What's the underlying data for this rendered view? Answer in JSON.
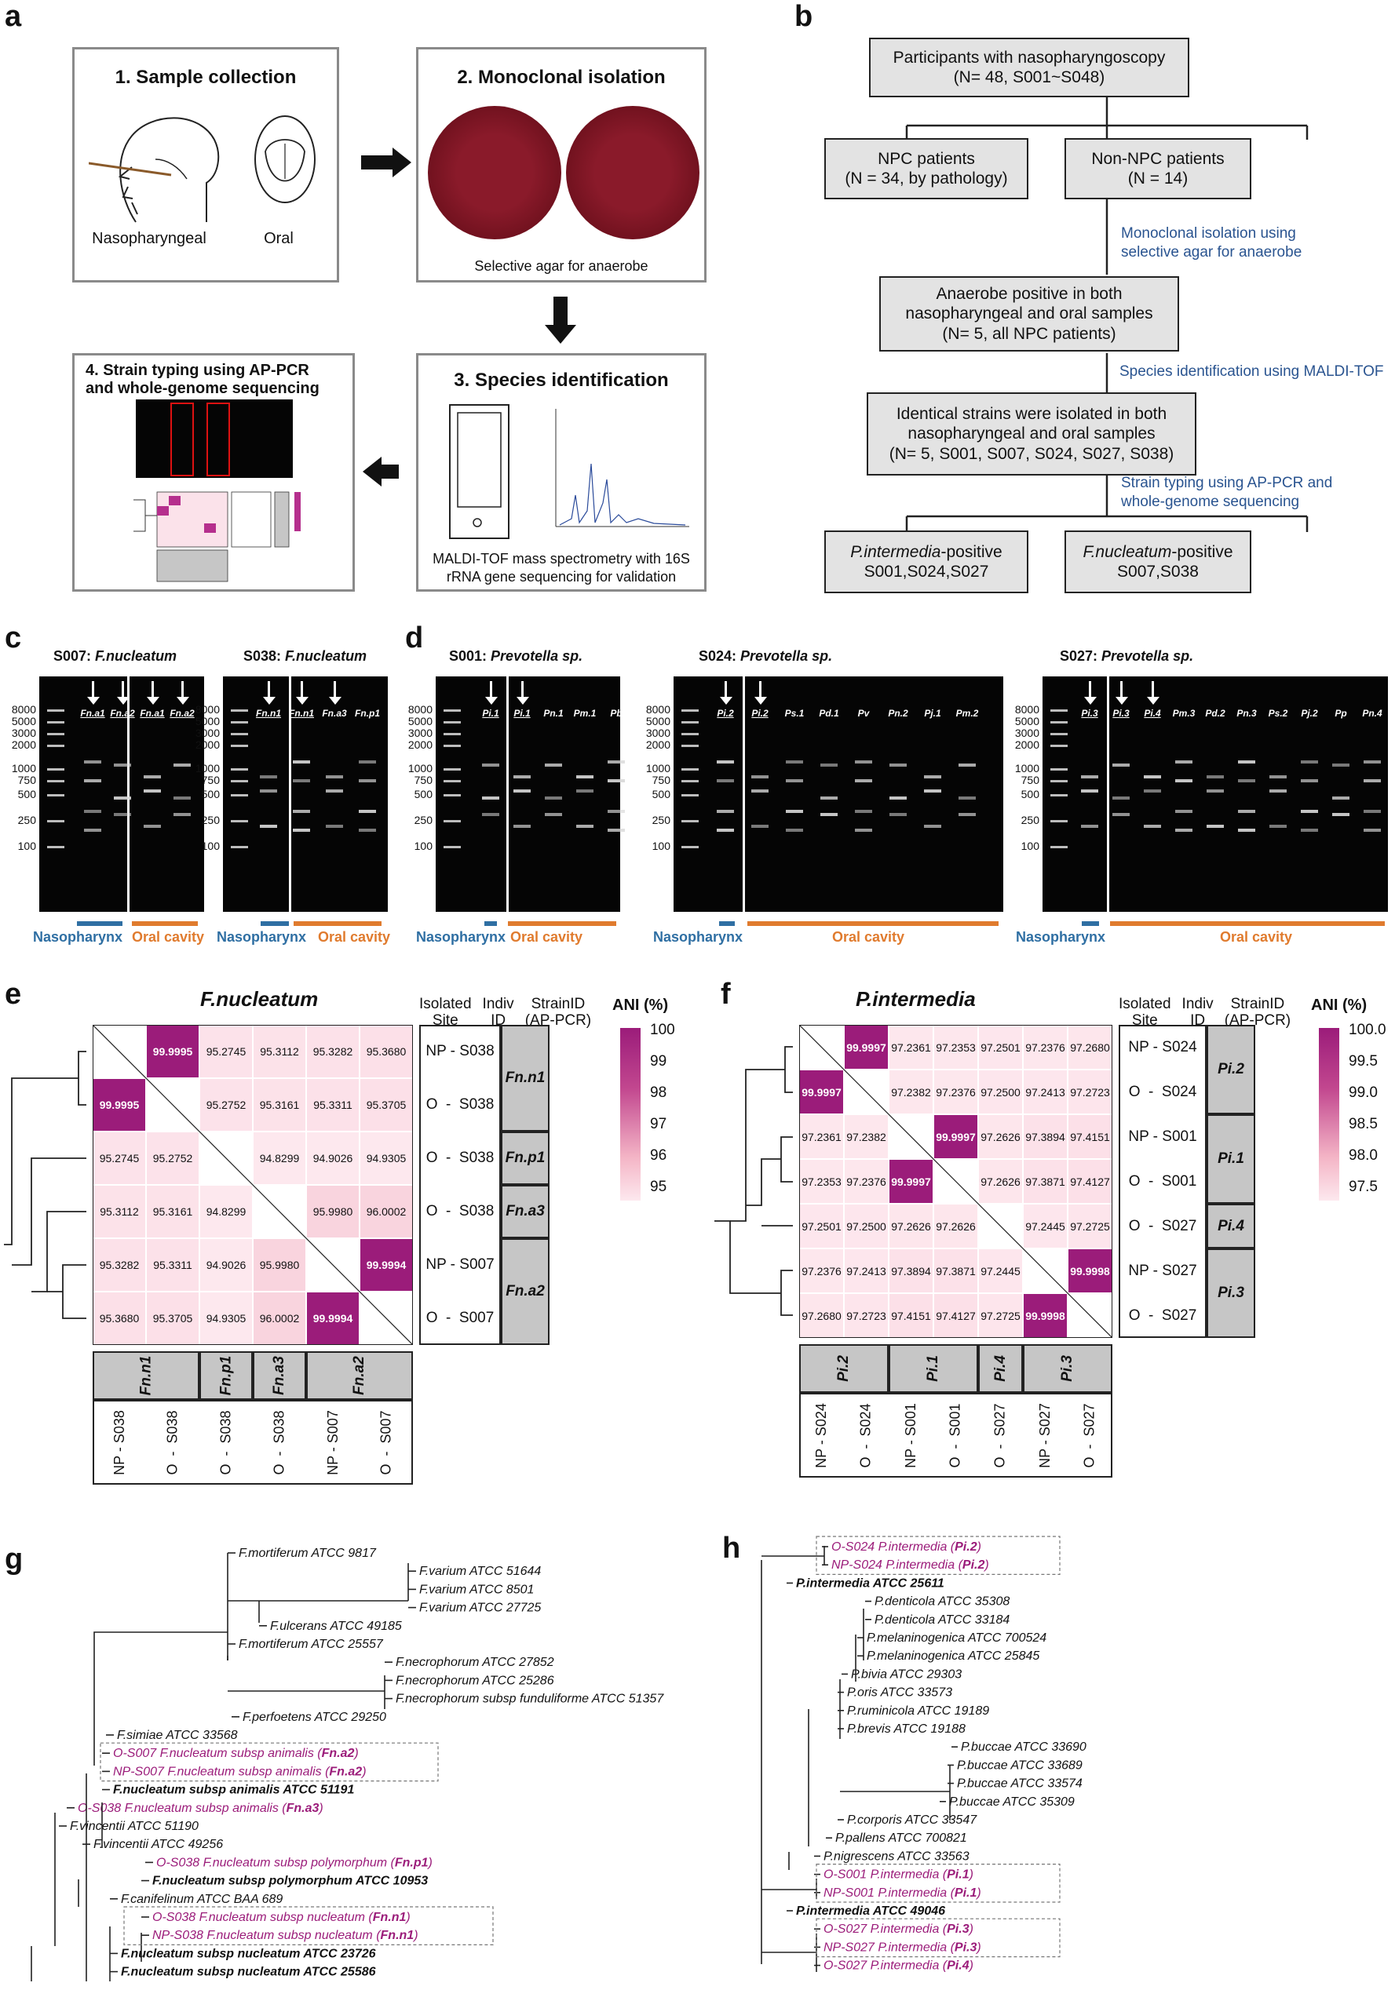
{
  "panel_labels": {
    "a": "a",
    "b": "b",
    "c": "c",
    "d": "d",
    "e": "e",
    "f": "f",
    "g": "g",
    "h": "h"
  },
  "panel_a": {
    "step1": {
      "title": "1. Sample collection",
      "label_left": "Nasopharyngeal",
      "label_right": "Oral"
    },
    "step2": {
      "title": "2. Monoclonal isolation",
      "caption": "Selective agar for anaerobe"
    },
    "step3": {
      "title": "3. Species identification",
      "caption_line1": "MALDI-TOF mass spectrometry with 16S",
      "caption_line2": "rRNA gene sequencing for validation"
    },
    "step4": {
      "title_line1": "4. Strain typing using AP-PCR",
      "title_line2": "and whole-genome sequencing"
    }
  },
  "panel_b": {
    "box1_line1": "Participants with nasopharyngoscopy",
    "box1_line2": "(N= 48, S001~S048)",
    "box2_line1": "NPC patients",
    "box2_line2": "(N = 34, by pathology)",
    "box3_line1": "Non-NPC patients",
    "box3_line2": "(N = 14)",
    "note1_line1": "Monoclonal isolation using",
    "note1_line2": "selective agar for anaerobe",
    "box4_line1": "Anaerobe positive in both",
    "box4_line2": "nasopharyngeal and oral samples",
    "box4_line3": "(N= 5, all NPC patients)",
    "note2": "Species identification using MALDI-TOF",
    "box5_line1": "Identical strains were isolated in both",
    "box5_line2": "nasopharyngeal and oral samples",
    "box5_line3": "(N= 5, S001, S007, S024, S027, S038)",
    "note3_line1": "Strain typing using AP-PCR and",
    "note3_line2": "whole-genome sequencing",
    "box6_italic": "P.intermedia",
    "box6_rest": "-positive",
    "box6_line2": "S001,S024,S027",
    "box7_italic": "F.nucleatum",
    "box7_rest": "-positive",
    "box7_line2": "S007,S038"
  },
  "panel_c": {
    "gel1_title_id": "S007: ",
    "gel1_title_sp": "F.nucleatum",
    "gel2_title_id": "S038: ",
    "gel2_title_sp": "F.nucleatum",
    "gel1_lanes": [
      "Fn.a1",
      "Fn.a2",
      "Fn.a1",
      "Fn.a2"
    ],
    "gel2_lanes": [
      "Fn.n1",
      "Fn.n1",
      "Fn.a3",
      "Fn.p1"
    ],
    "ladder": [
      "8000",
      "5000",
      "3000",
      "2000",
      "1000",
      "750",
      "500",
      "250",
      "100"
    ],
    "nasopharynx": "Nasopharynx",
    "oral": "Oral cavity"
  },
  "panel_d": {
    "gel1_title_id": "S001: ",
    "gel1_title_sp": "Prevotella sp.",
    "gel2_title_id": "S024: ",
    "gel2_title_sp": "Prevotella sp.",
    "gel3_title_id": "S027: ",
    "gel3_title_sp": "Prevotella sp.",
    "gel1_lanes": [
      "Pi.1",
      "Pi.1",
      "Pn.1",
      "Pm.1",
      "Pb"
    ],
    "gel2_lanes": [
      "Pi.2",
      "Pi.2",
      "Ps.1",
      "Pd.1",
      "Pv",
      "Pn.2",
      "Pj.1",
      "Pm.2"
    ],
    "gel3_lanes": [
      "Pi.3",
      "Pi.3",
      "Pi.4",
      "Pm.3",
      "Pd.2",
      "Pn.3",
      "Ps.2",
      "Pj.2",
      "Pp",
      "Pn.4"
    ],
    "nasopharynx": "Nasopharynx",
    "oral": "Oral cavity"
  },
  "panel_e": {
    "title": "F.nucleatum",
    "hdr_site": "Isolated",
    "hdr_site2": "Site",
    "hdr_indiv": "Indiv",
    "hdr_indiv2": "ID",
    "hdr_strain": "StrainID",
    "hdr_strain2": "(AP-PCR)",
    "legend_title": "ANI (%)",
    "legend_ticks": [
      "100",
      "99",
      "98",
      "97",
      "96",
      "95"
    ],
    "rows": [
      "NP - S038",
      "O  -  S038",
      "O  -  S038",
      "O  -  S038",
      "NP - S007",
      "O  -  S007"
    ],
    "groups": [
      "Fn.n1",
      "Fn.p1",
      "Fn.a3",
      "Fn.a2"
    ],
    "matrix": [
      [
        "",
        "99.9995",
        "95.2745",
        "95.3112",
        "95.3282",
        "95.3680"
      ],
      [
        "99.9995",
        "",
        "95.2752",
        "95.3161",
        "95.3311",
        "95.3705"
      ],
      [
        "95.2745",
        "95.2752",
        "",
        "94.8299",
        "94.9026",
        "94.9305"
      ],
      [
        "95.3112",
        "95.3161",
        "94.8299",
        "",
        "95.9980",
        "96.0002"
      ],
      [
        "95.3282",
        "95.3311",
        "94.9026",
        "95.9980",
        "",
        "99.9994"
      ],
      [
        "95.3680",
        "95.3705",
        "94.9305",
        "96.0002",
        "99.9994",
        ""
      ]
    ]
  },
  "panel_f": {
    "title": "P.intermedia",
    "hdr_site": "Isolated",
    "hdr_site2": "Site",
    "hdr_indiv": "Indiv",
    "hdr_indiv2": "ID",
    "hdr_strain": "StrainID",
    "hdr_strain2": "(AP-PCR)",
    "legend_title": "ANI (%)",
    "legend_ticks": [
      "100.0",
      "99.5",
      "99.0",
      "98.5",
      "98.0",
      "97.5"
    ],
    "rows": [
      "NP - S024",
      "O  -  S024",
      "NP - S001",
      "O  -  S001",
      "O  -  S027",
      "NP - S027",
      "O  -  S027"
    ],
    "groups": [
      "Pi.2",
      "Pi.1",
      "Pi.4",
      "Pi.3"
    ],
    "matrix": [
      [
        "",
        "99.9997",
        "97.2361",
        "97.2353",
        "97.2501",
        "97.2376",
        "97.2680"
      ],
      [
        "99.9997",
        "",
        "97.2382",
        "97.2376",
        "97.2500",
        "97.2413",
        "97.2723"
      ],
      [
        "97.2361",
        "97.2382",
        "",
        "99.9997",
        "97.2626",
        "97.3894",
        "97.4151"
      ],
      [
        "97.2353",
        "97.2376",
        "99.9997",
        "",
        "97.2626",
        "97.3871",
        "97.4127"
      ],
      [
        "97.2501",
        "97.2500",
        "97.2626",
        "97.2626",
        "",
        "97.2445",
        "97.2725"
      ],
      [
        "97.2376",
        "97.2413",
        "97.3894",
        "97.3871",
        "97.2445",
        "",
        "99.9998"
      ],
      [
        "97.2680",
        "97.2723",
        "97.4151",
        "97.4127",
        "97.2725",
        "99.9998",
        ""
      ]
    ]
  },
  "panel_g": {
    "leaves": [
      {
        "name": "F.mortiferum ATCC 9817",
        "style": "normal"
      },
      {
        "name": "F.varium ATCC 51644",
        "style": "normal"
      },
      {
        "name": "F.varium ATCC 8501",
        "style": "normal"
      },
      {
        "name": "F.varium ATCC 27725",
        "style": "normal"
      },
      {
        "name": "F.ulcerans ATCC 49185",
        "style": "normal"
      },
      {
        "name": "F.mortiferum ATCC 25557",
        "style": "normal"
      },
      {
        "name": "F.necrophorum ATCC 27852",
        "style": "normal"
      },
      {
        "name": "F.necrophorum ATCC 25286",
        "style": "normal"
      },
      {
        "name": "F.necrophorum subsp funduliforme ATCC 51357",
        "style": "normal"
      },
      {
        "name": "F.perfoetens ATCC 29250",
        "style": "normal"
      },
      {
        "name": "F.simiae ATCC 33568",
        "style": "normal"
      },
      {
        "name": "O-S007 F.nucleatum subsp animalis",
        "tag": "Fn.a2",
        "style": "iso"
      },
      {
        "name": "NP-S007 F.nucleatum subsp animalis",
        "tag": "Fn.a2",
        "style": "iso"
      },
      {
        "name": "F.nucleatum subsp animalis ATCC 51191",
        "style": "bold"
      },
      {
        "name": "O-S038 F.nucleatum subsp animalis",
        "tag": "Fn.a3",
        "style": "iso"
      },
      {
        "name": "F.vincentii ATCC 51190",
        "style": "normal"
      },
      {
        "name": "F.vincentii ATCC 49256",
        "style": "normal"
      },
      {
        "name": "O-S038 F.nucleatum subsp polymorphum",
        "tag": "Fn.p1",
        "style": "iso"
      },
      {
        "name": "F.nucleatum subsp polymorphum ATCC 10953",
        "style": "bold"
      },
      {
        "name": "F.canifelinum ATCC BAA 689",
        "style": "normal"
      },
      {
        "name": "O-S038 F.nucleatum subsp nucleatum",
        "tag": "Fn.n1",
        "style": "iso"
      },
      {
        "name": "NP-S038 F.nucleatum subsp nucleatum",
        "tag": "Fn.n1",
        "style": "iso"
      },
      {
        "name": "F.nucleatum subsp nucleatum ATCC 23726",
        "style": "bold"
      },
      {
        "name": "F.nucleatum subsp nucleatum ATCC 25586",
        "style": "bold"
      }
    ]
  },
  "panel_h": {
    "leaves": [
      {
        "name": "O-S024 P.intermedia",
        "tag": "Pi.2",
        "style": "iso"
      },
      {
        "name": "NP-S024 P.intermedia",
        "tag": "Pi.2",
        "style": "iso"
      },
      {
        "name": "P.intermedia ATCC 25611",
        "style": "bold"
      },
      {
        "name": "P.denticola ATCC 35308",
        "style": "normal"
      },
      {
        "name": "P.denticola ATCC 33184",
        "style": "normal"
      },
      {
        "name": "P.melaninogenica ATCC 700524",
        "style": "normal"
      },
      {
        "name": "P.melaninogenica ATCC 25845",
        "style": "normal"
      },
      {
        "name": "P.bivia ATCC 29303",
        "style": "normal"
      },
      {
        "name": "P.oris ATCC 33573",
        "style": "normal"
      },
      {
        "name": "P.ruminicola ATCC 19189",
        "style": "normal"
      },
      {
        "name": "P.brevis ATCC 19188",
        "style": "normal"
      },
      {
        "name": "P.buccae ATCC 33690",
        "style": "normal"
      },
      {
        "name": "P.buccae ATCC 33689",
        "style": "normal"
      },
      {
        "name": "P.buccae ATCC 33574",
        "style": "normal"
      },
      {
        "name": "P.buccae ATCC 35309",
        "style": "normal"
      },
      {
        "name": "P.corporis ATCC 33547",
        "style": "normal"
      },
      {
        "name": "P.pallens ATCC 700821",
        "style": "normal"
      },
      {
        "name": "P.nigrescens ATCC 33563",
        "style": "normal"
      },
      {
        "name": "O-S001 P.intermedia",
        "tag": "Pi.1",
        "style": "iso"
      },
      {
        "name": "NP-S001 P.intermedia",
        "tag": "Pi.1",
        "style": "iso"
      },
      {
        "name": "P.intermedia ATCC 49046",
        "style": "bold"
      },
      {
        "name": "O-S027 P.intermedia",
        "tag": "Pi.3",
        "style": "iso"
      },
      {
        "name": "NP-S027 P.intermedia",
        "tag": "Pi.3",
        "style": "iso"
      },
      {
        "name": "O-S027 P.intermedia",
        "tag": "Pi.4",
        "style": "iso"
      }
    ]
  },
  "colors": {
    "accent": "#9b1c7a",
    "flow_note": "#2a5490",
    "blue_bar": "#2f6fa3",
    "orange_bar": "#e07b2e",
    "box_fill": "#e3e3e3"
  }
}
